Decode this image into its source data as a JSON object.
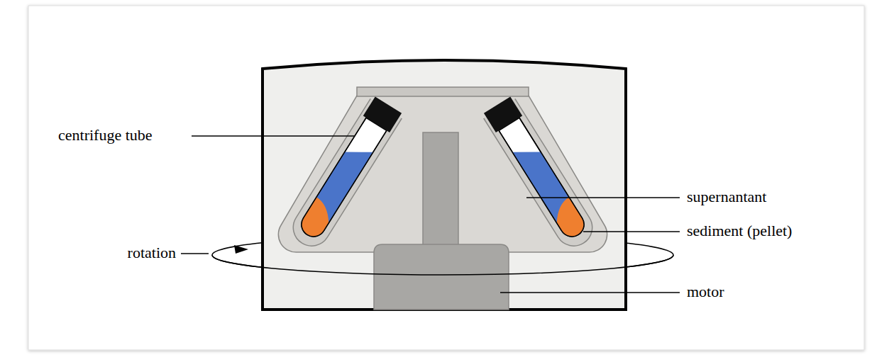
{
  "diagram": {
    "labels": [
      "centrifuge tube",
      "supernantant",
      "sediment (pellet)",
      "rotation",
      "motor"
    ]
  }
}
